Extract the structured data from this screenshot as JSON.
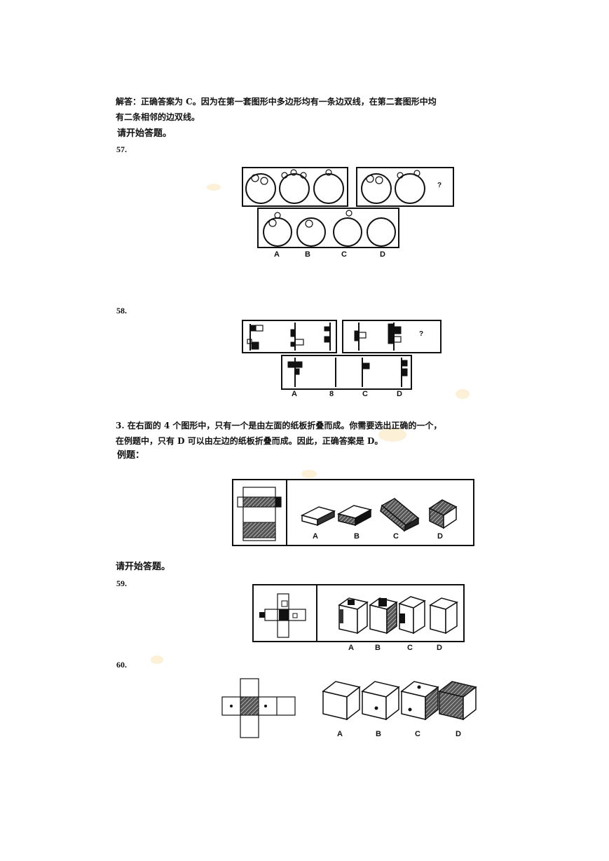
{
  "text": {
    "answer_line1": "解答：正确答案为 C。因为在第一套图形中多边形均有一条边双线，在第二套图形中均",
    "answer_line2": "有二条相邻的边双线。",
    "start1": "请开始答题。",
    "q57": "57.",
    "q58": "58.",
    "section3_line1": "3.  在右面的 4 个图形中，只有一个是由左面的纸板折叠而成。你需要选出正确的一个，",
    "section3_line2": "在例题中，只有 D 可以由左边的纸板折叠而成。因此，正确答案是 D。",
    "example": "例题：",
    "start2": "请开始答题。",
    "q59": "59.",
    "q60": "60."
  },
  "options": {
    "a": "A",
    "b": "B",
    "c": "C",
    "d": "D",
    "b_smudged": "8"
  },
  "question_mark": "?"
}
